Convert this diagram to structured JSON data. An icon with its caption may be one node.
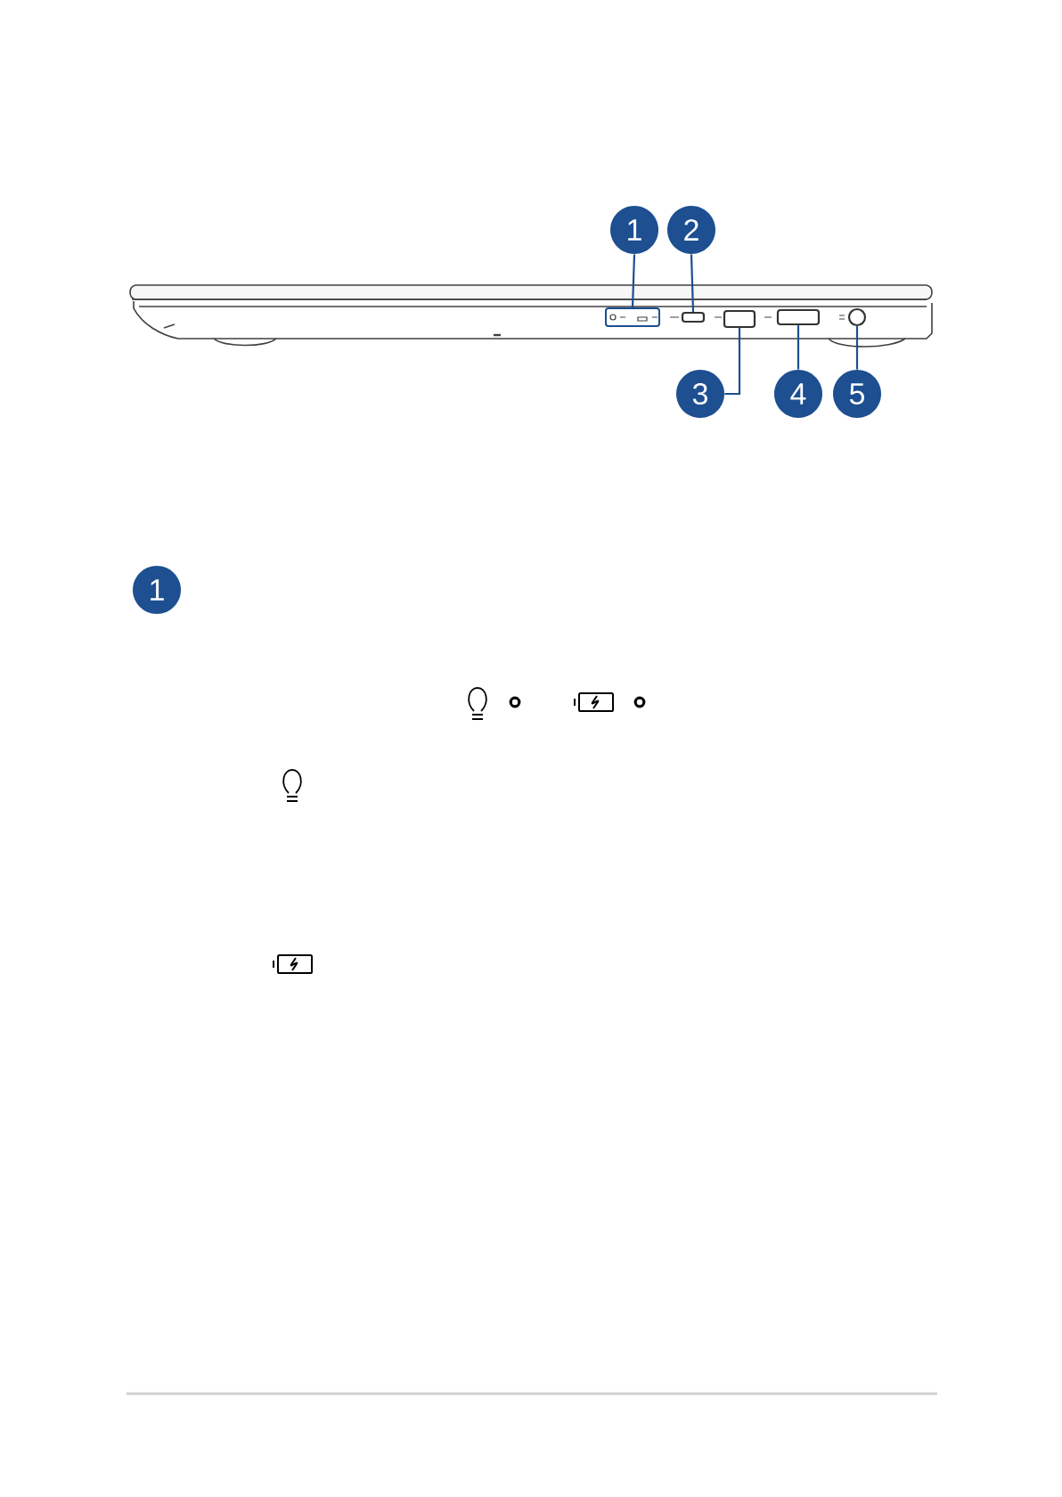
{
  "diagram": {
    "nodes": [
      {
        "text": [
          "1"
        ]
      },
      {
        "text": [
          "2"
        ]
      },
      {
        "text": [
          "3"
        ]
      },
      {
        "text": [
          "4"
        ]
      },
      {
        "text": [
          "5"
        ]
      },
      {
        "text": [],
        "shape": "box"
      },
      {
        "text": [],
        "shape": "box"
      },
      {
        "text": [],
        "shape": "box"
      },
      {
        "text": [],
        "shape": "box"
      },
      {
        "text": [],
        "shape": "circle"
      },
      {
        "text": [
          "1"
        ]
      }
    ],
    "edges": [
      {
        "from": 0,
        "to": 5,
        "arrow": "none"
      },
      {
        "from": 1,
        "to": 6,
        "arrow": "none"
      },
      {
        "from": 2,
        "to": 7,
        "arrow": "none"
      },
      {
        "from": 3,
        "to": 8,
        "arrow": "none"
      },
      {
        "from": 4,
        "to": 9,
        "arrow": "none"
      }
    ]
  }
}
